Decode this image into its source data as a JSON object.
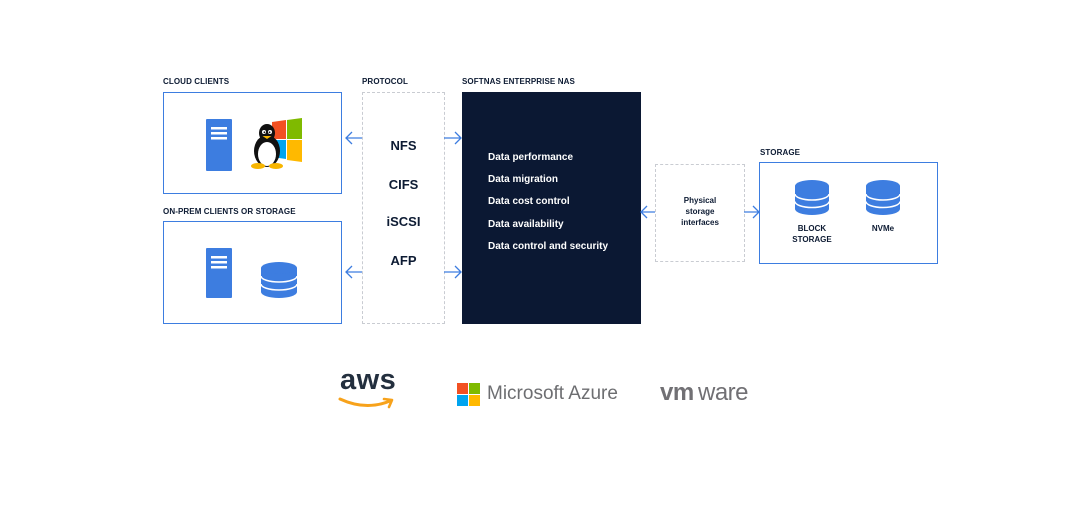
{
  "labels": {
    "cloud_clients": "CLOUD CLIENTS",
    "onprem_clients": "ON-PREM CLIENTS OR STORAGE",
    "protocol": "PROTOCOL",
    "softnas": "SOFTNAS ENTERPRISE NAS",
    "storage": "STORAGE"
  },
  "protocols": [
    "NFS",
    "CIFS",
    "iSCSI",
    "AFP"
  ],
  "nas_features": [
    "Data performance",
    "Data migration",
    "Data cost control",
    "Data availability",
    "Data control and security"
  ],
  "interface": {
    "line1": "Physical",
    "line2": "storage",
    "line3": "interfaces"
  },
  "storage_items": {
    "block_line1": "BLOCK",
    "block_line2": "STORAGE",
    "nvme": "NVMe"
  },
  "logos": {
    "aws": "aws",
    "azure": "Microsoft Azure",
    "vmware_vm": "vm",
    "vmware_ware": "ware"
  },
  "colors": {
    "accent_blue": "#3d7de0",
    "navy": "#0b1833",
    "aws_orange": "#f7a21b"
  }
}
